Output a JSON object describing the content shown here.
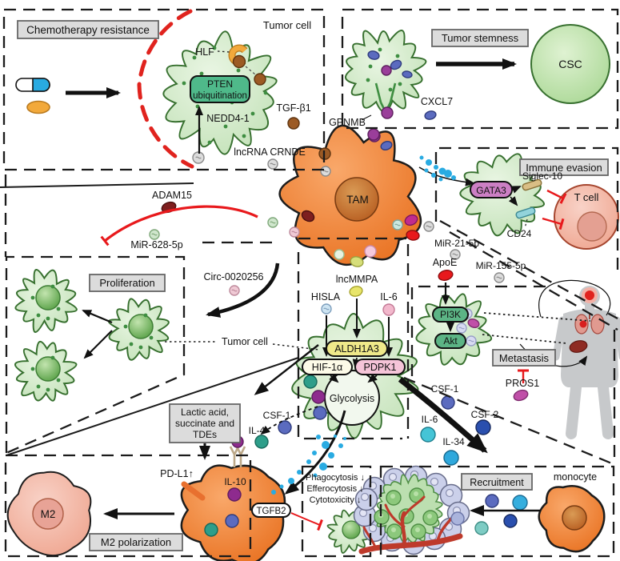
{
  "panels": {
    "chemo": "Chemotherapy resistance",
    "stemness": "Tumor stemness",
    "immune": "Immune evasion",
    "proliferation": "Proliferation",
    "metastasis": "Metastasis",
    "m2": "M2 polarization",
    "recruitment": "Recruitment"
  },
  "cells": {
    "tam": "TAM",
    "tumor_top": "Tumor cell",
    "tumor_center": "Tumor cell",
    "csc": "CSC",
    "tcell": "T cell",
    "m2": "M2",
    "monocyte": "monocyte"
  },
  "molecules": {
    "hlf": "HLF",
    "nedd4": "NEDD4-1",
    "tgfb1": "TGF-β1",
    "crnde": "lncRNA CRNDE",
    "gpnmb": "GPNMB",
    "cxcl7": "CXCL7",
    "gata3": "GATA3",
    "siglec10": "Siglec-10",
    "cd24": "CD24",
    "adam15": "ADAM15",
    "mir628": "MiR-628-5p",
    "circ": "Circ-0020256",
    "lncmmpa": "lncMMPA",
    "hisla": "HISLA",
    "il6": "IL-6",
    "aldh1a3": "ALDH1A3",
    "hif1a": "HIF-1α",
    "pdpk1": "PDPK1",
    "mir21": "MiR-21-5p",
    "apoe": "ApoE",
    "mir155": "MiR-155-5p",
    "pi3k": "PI3K",
    "akt": "Akt",
    "pros1": "PROS1",
    "csf1": "CSF-1",
    "csf2": "CSF-2",
    "il34": "IL-34",
    "il4": "IL-4",
    "il10": "IL-10",
    "pdl1": "PD-L1↑",
    "tgfb2": "TGFB2"
  },
  "processes": {
    "pten": "PTEN",
    "ubiquitination": "ubiquitination",
    "glycolysis": "Glycolysis",
    "lactic1": "Lactic acid,",
    "lactic2": "succinate and",
    "lactic3": "TDEs",
    "phagocytosis": "Phagocytosis ↓",
    "efferocytosis": "Efferocytosis ↓",
    "cytotoxicity": "Cytotoxicity ↓"
  },
  "colors": {
    "tam_orange": "#EE7D2F",
    "nucleus_brown": "#BC6426",
    "tumor_cell_green": "#CBE6C4",
    "exosome_purple": "#8E2B8E",
    "signal_dot_cyan": "#29ABE2",
    "inhibition_red": "#E8191C",
    "csf1_blue": "#5B6BBF",
    "il4_teal": "#2E9E8A",
    "il6_cyan": "#45C4D6",
    "csf2_darkblue": "#2A4FAE",
    "il34_blue": "#2FA8DC",
    "panel_label_bg": "#DCDCDC",
    "gata3_pink": "#CC7FC4",
    "pten_box_green": "#4FB98A",
    "aldh1a3_yellow": "#EFE98A",
    "pdpk1_pink": "#F5C4D8",
    "pi3k_green": "#5CB485",
    "pill_capsule_blue": "#29ABE2"
  }
}
